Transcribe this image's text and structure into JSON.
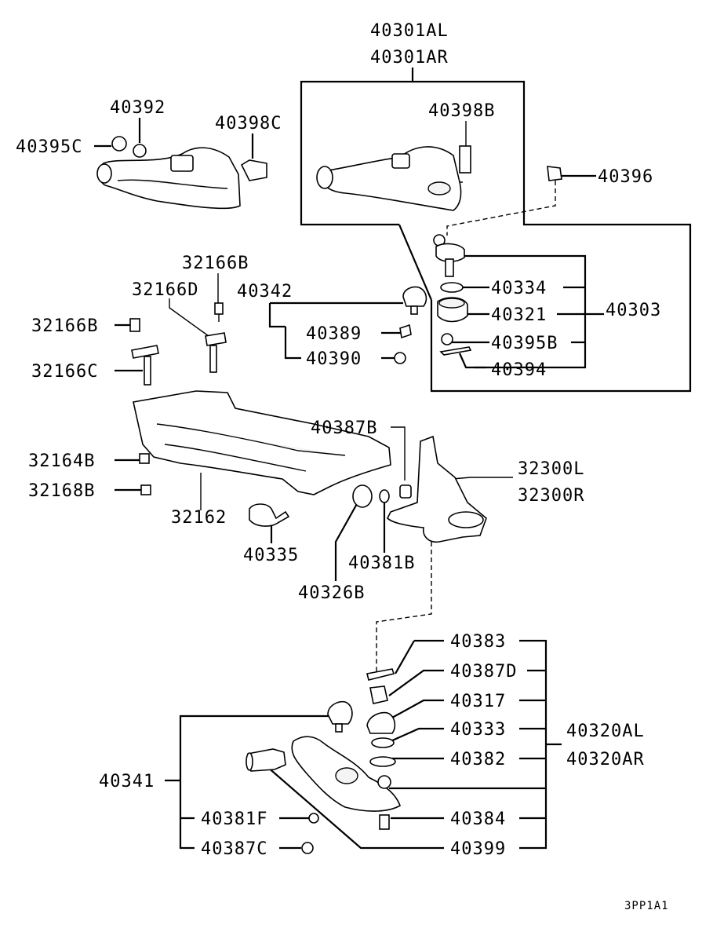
{
  "diagram_code": "3PP1A1",
  "labels": {
    "upper_arm_l": "40301AL",
    "upper_arm_r": "40301AR",
    "p40392": "40392",
    "p40395C": "40395C",
    "p40398C": "40398C",
    "p40398B": "40398B",
    "p40396": "40396",
    "p40334": "40334",
    "p40321": "40321",
    "p40303": "40303",
    "p40395B": "40395B",
    "p40394": "40394",
    "p32166B_top": "32166B",
    "p32166D": "32166D",
    "p40342": "40342",
    "p32166B_left": "32166B",
    "p40389": "40389",
    "p40390": "40390",
    "p32166C": "32166C",
    "p40387B": "40387B",
    "p32300L": "32300L",
    "p32300R": "32300R",
    "p32164B": "32164B",
    "p32168B": "32168B",
    "p32162": "32162",
    "p40335": "40335",
    "p40381B": "40381B",
    "p40326B": "40326B",
    "p40383": "40383",
    "p40387D": "40387D",
    "p40317": "40317",
    "p40333": "40333",
    "p40320AL": "40320AL",
    "p40320AR": "40320AR",
    "p40382": "40382",
    "p40341": "40341",
    "p40381F": "40381F",
    "p40384": "40384",
    "p40387C": "40387C",
    "p40399": "40399"
  }
}
